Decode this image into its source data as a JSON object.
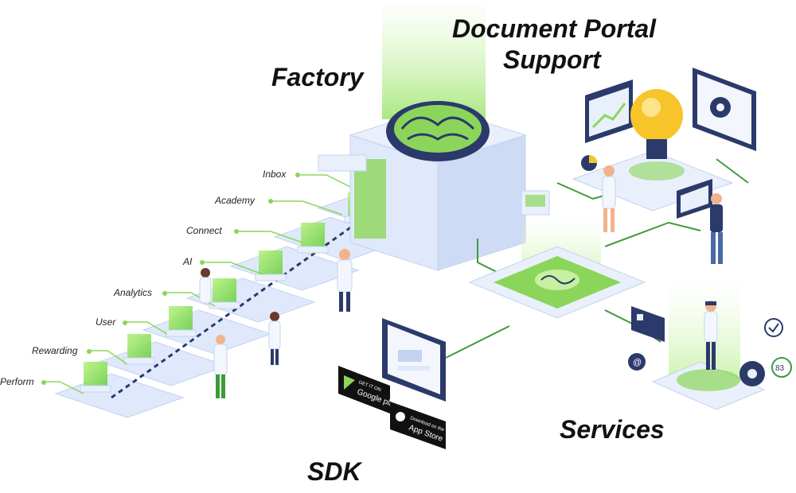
{
  "labels": {
    "document_portal_line1": "Document Portal",
    "document_portal_line2": "Support",
    "factory": "Factory",
    "services": "Services",
    "sdk": "SDK"
  },
  "modules": [
    "Inbox",
    "Academy",
    "Connect",
    "AI",
    "Analytics",
    "User",
    "Rewarding",
    "Perform"
  ],
  "stores": {
    "google_top": "GET IT ON",
    "google_main": "Google play",
    "apple_top": "Download on the",
    "apple_main": "App Store"
  },
  "badge_number": "83",
  "colors": {
    "green_accent": "#8bd65a",
    "green_dark": "#3f9a3c",
    "navy": "#2b3a6b",
    "panel_light": "#e9f0fb",
    "bulb": "#f7c52a"
  }
}
